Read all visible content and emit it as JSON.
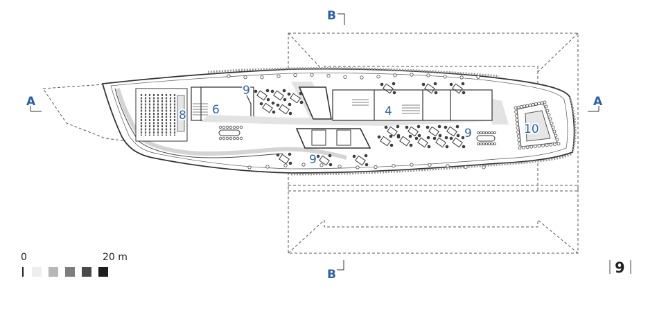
{
  "section_markers": {
    "a_left": "A",
    "a_right": "A",
    "b_top": "B",
    "b_bottom": "B"
  },
  "rooms": [
    {
      "id": "8",
      "label": "8"
    },
    {
      "id": "6",
      "label": "6"
    },
    {
      "id": "9a",
      "label": "9"
    },
    {
      "id": "4",
      "label": "4"
    },
    {
      "id": "9b",
      "label": "9"
    },
    {
      "id": "9c",
      "label": "9"
    },
    {
      "id": "10",
      "label": "10"
    }
  ],
  "scale_bar": {
    "start_label": "0",
    "end_label": "20 m",
    "swatch_colors": [
      "#eeeeee",
      "#b7b7b7",
      "#7d7d7d",
      "#4a4a4a",
      "#1e1e1e"
    ]
  },
  "page_number": "9",
  "colors": {
    "label_blue": "#2f63ad",
    "line": "#333333",
    "corridor": "#e3e3e3"
  }
}
